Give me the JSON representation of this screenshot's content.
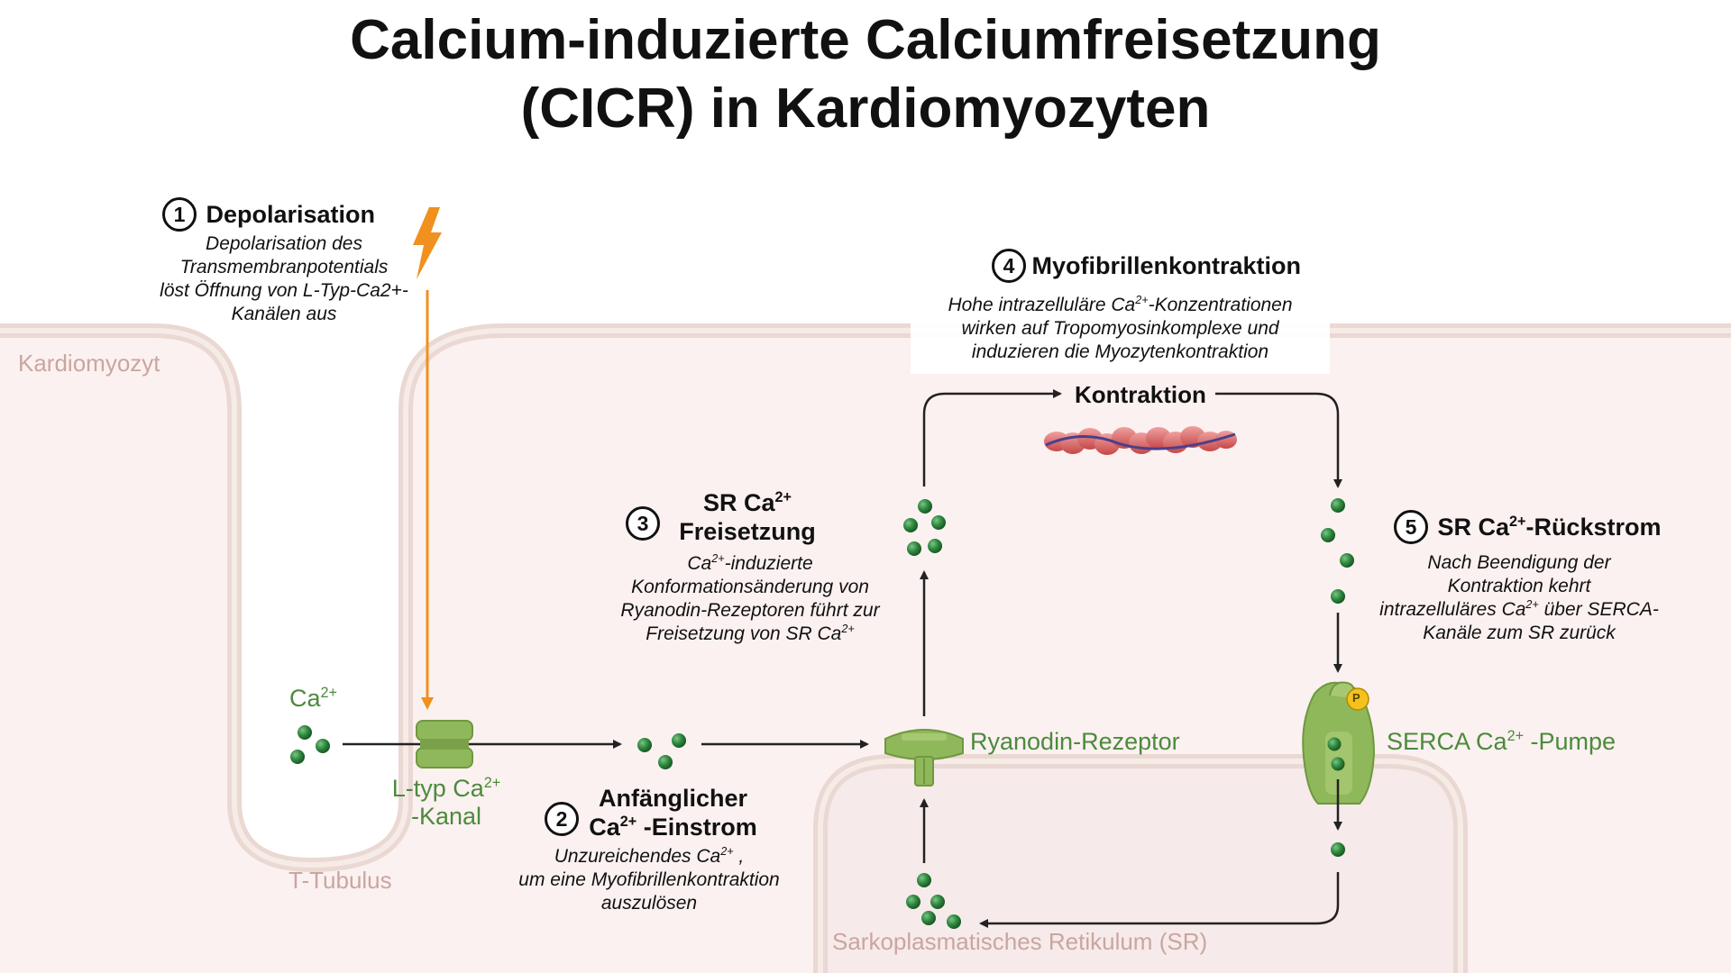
{
  "title": {
    "line1": "Calcium-induzierte Calciumfreisetzung",
    "line2": "(CICR) in Kardiomyozyten"
  },
  "labels": {
    "cardiomyocyte": "Kardiomyozyt",
    "t_tubulus": "T-Tubulus",
    "sr": "Sarkoplasmatisches Retikulum (SR)",
    "ca_ion": "Ca",
    "ca_sup": "2+",
    "l_type_channel": "L-typ Ca",
    "l_type_sup": "2+",
    "l_type_channel_2": "-Kanal",
    "ryanodine_receptor": "Ryanodin-Rezeptor",
    "serca_pump": "SERCA Ca",
    "serca_sup": "2+",
    "serca_pump_2": " -Pumpe",
    "contraction": "Kontraktion",
    "phospho": "P"
  },
  "steps": {
    "s1": {
      "number": "1",
      "title": "Depolarisation",
      "desc": "Depolarisation des\nTransmembranpotentials\nlöst Öffnung von L-Typ-Ca2+-\nKanälen aus"
    },
    "s2": {
      "number": "2",
      "title_a": "Anfänglicher",
      "title_b": "Ca",
      "title_b_sup": "2+",
      "title_b2": " -Einstrom",
      "desc_a": "Unzureichendes Ca",
      "desc_a_sup": "2+",
      "desc_a2": " ,",
      "desc_b": "um eine Myofibrillenkontraktion\nauszulösen"
    },
    "s3": {
      "number": "3",
      "title_a": "SR Ca",
      "title_a_sup": "2+",
      "title_b": "Freisetzung",
      "desc_a": "Ca",
      "desc_a_sup": "2+",
      "desc_a2": "-induzierte\nKonformationsänderung von\nRyanodin-Rezeptoren führt zur",
      "desc_b": "Freisetzung von SR Ca",
      "desc_b_sup": "2+"
    },
    "s4": {
      "number": "4",
      "title": "Myofibrillenkontraktion",
      "desc_a": "Hohe intrazelluläre Ca",
      "desc_a_sup": "2+",
      "desc_a2": "-Konzentrationen",
      "desc_b": "wirken auf Tropomyosinkomplexe und\ninduzieren die Myozytenkontraktion"
    },
    "s5": {
      "number": "5",
      "title_a": "SR Ca",
      "title_a_sup": "2+",
      "title_a2": "-Rückstrom",
      "desc_a": "Nach Beendigung der\nKontraktion kehrt",
      "desc_b": "intrazelluläres Ca",
      "desc_b_sup": "2+",
      "desc_b2": " über SERCA-",
      "desc_c": "Kanäle zum SR zurück"
    }
  },
  "colors": {
    "membrane": "#ead8d2",
    "cytoplasm": "#fbf1f0",
    "sr_fill": "#f7eaea",
    "calcium": "#2f7d3c",
    "protein": "#8fb85a",
    "arrow": "#222222",
    "lightning": "#f0901e",
    "label_green": "#4c8a3c",
    "label_pink": "#c9a6a0"
  }
}
